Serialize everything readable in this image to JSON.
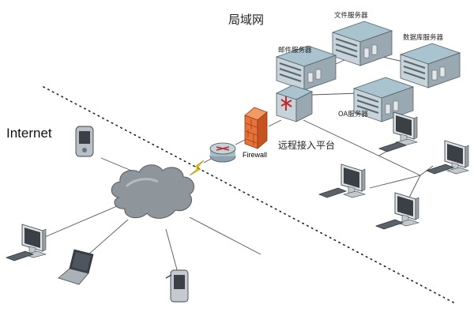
{
  "labels": {
    "lan": "局域网",
    "internet": "Internet",
    "file_server": "文件服务器",
    "mail_server": "邮件服务器",
    "db_server": "数据库服务器",
    "oa_server": "OA服务器",
    "firewall": "Firewall",
    "remote_platform": "远程接入平台"
  },
  "colors": {
    "server_top": "#a9c4cf",
    "server_front": "#c8d3d9",
    "firewall": "#e8733a",
    "cloud": "#8e969c",
    "lightning": "#f5d000"
  },
  "icons": [
    "server-icon",
    "router-icon",
    "switch-icon",
    "firewall-icon",
    "cloud-icon",
    "monitor-icon",
    "laptop-icon",
    "pda-icon",
    "lightning-icon"
  ]
}
